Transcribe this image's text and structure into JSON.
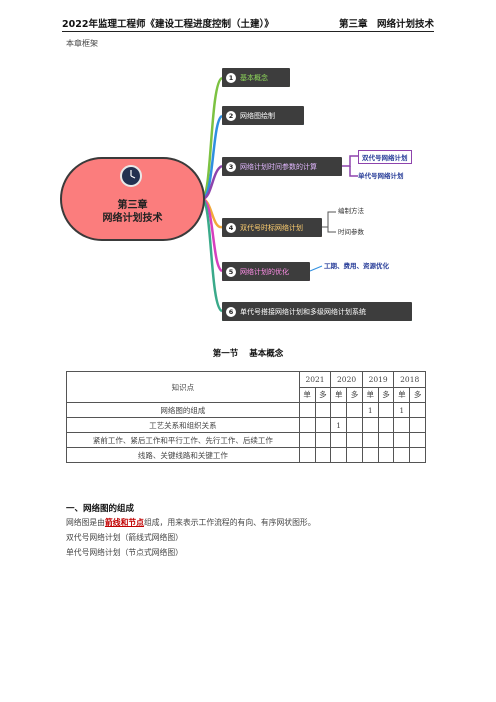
{
  "header": {
    "left": "2022年监理工程师《建设工程进度控制（土建）》",
    "right": "第三章　网络计划技术"
  },
  "subtitle": "本章框架",
  "mindmap": {
    "center": {
      "line1": "第三章",
      "line2": "网络计划技术"
    },
    "branches": [
      {
        "num": "1",
        "label": "基本概念",
        "color": "#7cc242"
      },
      {
        "num": "2",
        "label": "网络图绘制",
        "color": "#2f8fe0"
      },
      {
        "num": "3",
        "label": "网络计划时间参数的计算",
        "color": "#8e44ad"
      },
      {
        "num": "4",
        "label": "双代号时标网络计划",
        "color": "#f2a93b"
      },
      {
        "num": "5",
        "label": "网络计划的优化",
        "color": "#d63fbf"
      },
      {
        "num": "6",
        "label": "单代号搭接网络计划和多级网络计划系统",
        "color": "#3aaa8a"
      }
    ],
    "sub_items": {
      "b3": [
        "双代号网络计划",
        "单代号网络计划"
      ],
      "b4": [
        "编制方法",
        "时间参数"
      ],
      "b5": "工期、费用、资源优化"
    }
  },
  "section": {
    "num": "第一节",
    "name": "基本概念"
  },
  "table": {
    "head_label": "知识点",
    "years": [
      "2021",
      "2020",
      "2019",
      "2018"
    ],
    "sub": [
      "单",
      "多",
      "单",
      "多",
      "单",
      "多",
      "单",
      "多"
    ],
    "rows": [
      {
        "label": "网络图的组成",
        "cells": [
          "",
          "",
          "",
          "",
          "1",
          "",
          "1",
          ""
        ]
      },
      {
        "label": "工艺关系和组织关系",
        "cells": [
          "",
          "",
          "1",
          "",
          "",
          "",
          "",
          ""
        ]
      },
      {
        "label": "紧前工作、紧后工作和平行工作、先行工作、后续工作",
        "cells": [
          "",
          "",
          "",
          "",
          "",
          "",
          "",
          ""
        ]
      },
      {
        "label": "线路、关键线路和关键工作",
        "cells": [
          "",
          "",
          "",
          "",
          "",
          "",
          "",
          ""
        ]
      }
    ]
  },
  "content": {
    "heading": "一、网络图的组成",
    "para_pre": "网络图是由",
    "para_hl": "箭线和节点",
    "para_post": "组成，用来表示工作流程的有向、有序网状图形。",
    "line2": "双代号网络计划（箭线式网络图）",
    "line3": "单代号网络计划（节点式网络图）"
  }
}
